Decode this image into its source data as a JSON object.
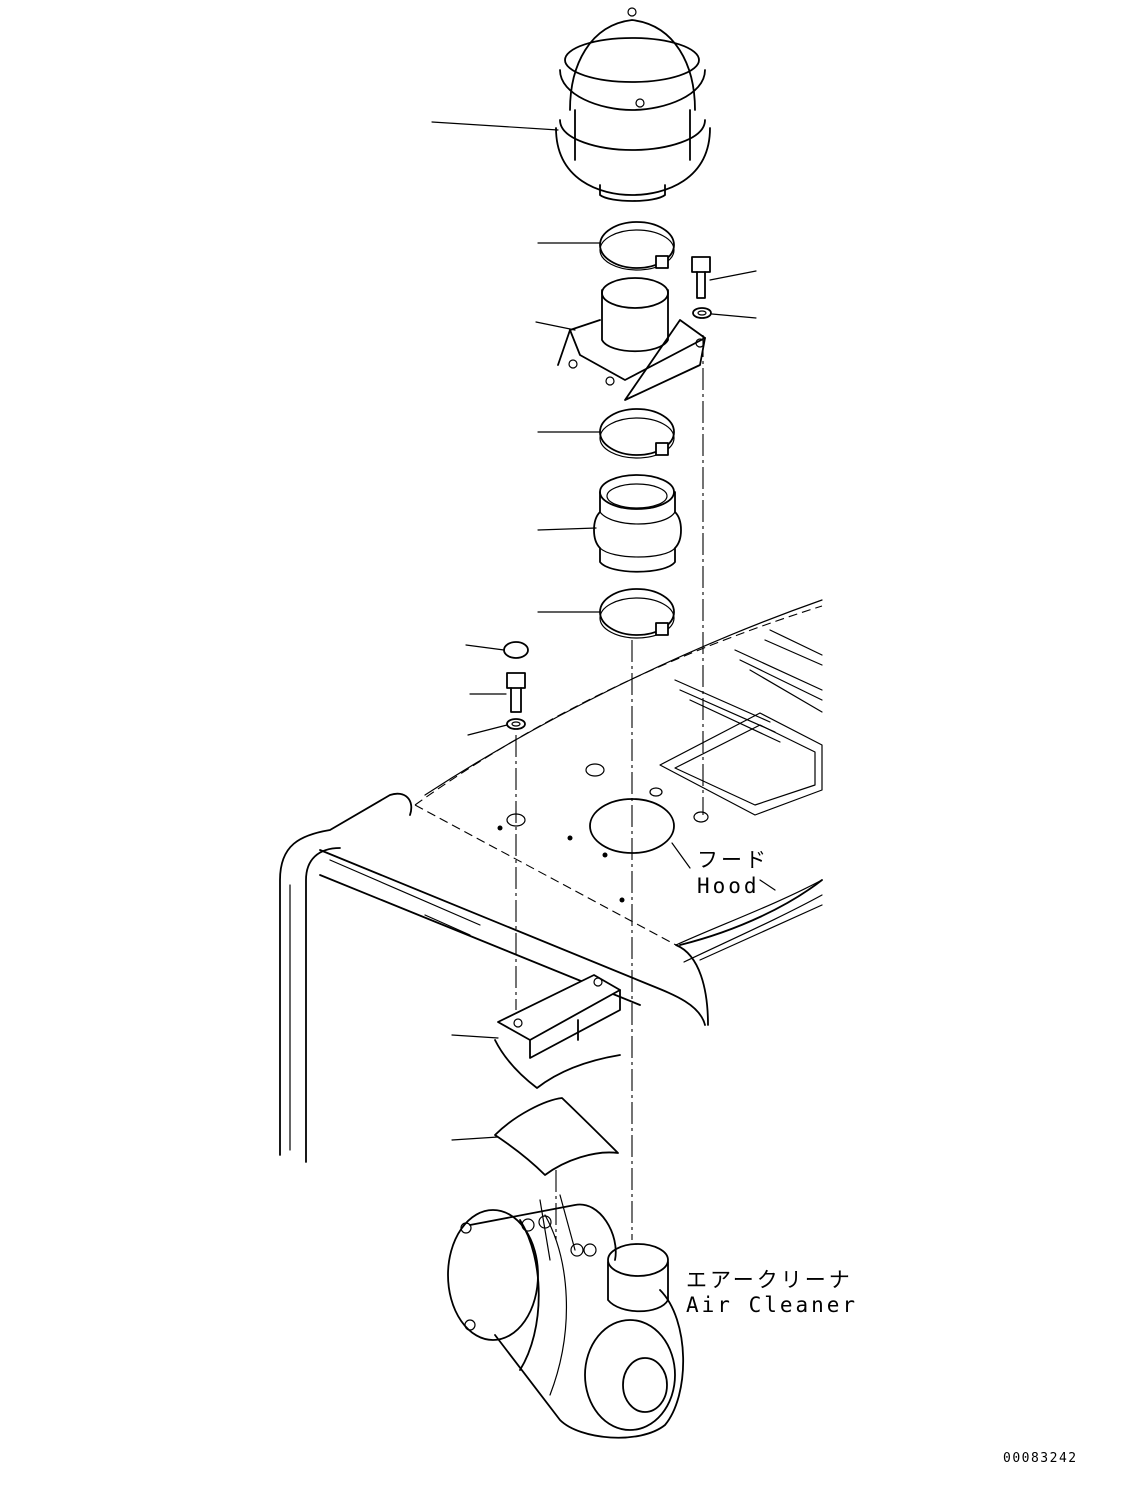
{
  "labels": {
    "hood_jp": "フード",
    "hood_en": "Hood",
    "air_cleaner_jp": "エアークリーナ",
    "air_cleaner_en": "Air Cleaner"
  },
  "drawing_number": "00083242"
}
